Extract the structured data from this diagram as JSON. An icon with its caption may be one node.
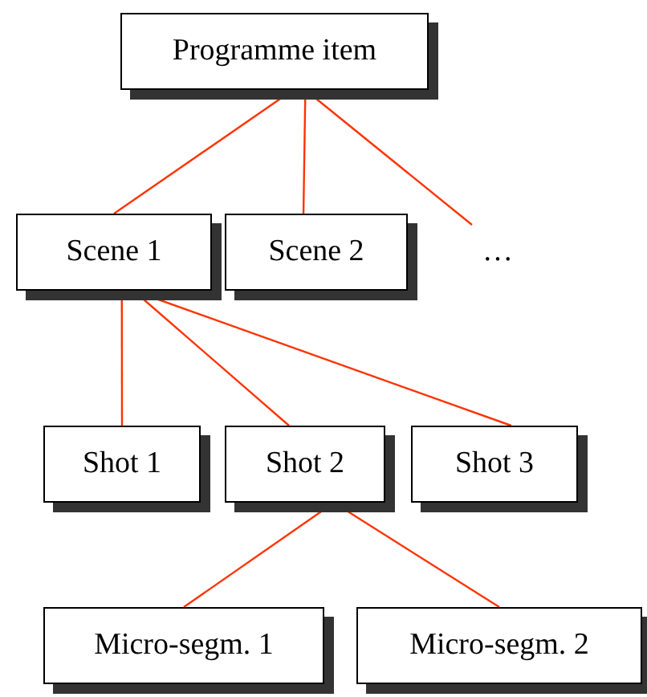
{
  "diagram": {
    "nodes": [
      {
        "text": [
          "Programme item"
        ]
      },
      {
        "text": [
          "Scene 1"
        ]
      },
      {
        "text": [
          "Scene 2"
        ]
      },
      {
        "text": [
          "…"
        ]
      },
      {
        "text": [
          "Shot 1"
        ]
      },
      {
        "text": [
          "Shot 2"
        ]
      },
      {
        "text": [
          "Shot 3"
        ]
      },
      {
        "text": [
          "Micro-segm. 1"
        ]
      },
      {
        "text": [
          "Micro-segm. 2"
        ]
      }
    ],
    "edges": [
      {
        "from": 0,
        "to": 1,
        "arrow": "none"
      },
      {
        "from": 0,
        "to": 2,
        "arrow": "none"
      },
      {
        "from": 0,
        "to": 3,
        "arrow": "none"
      },
      {
        "from": 1,
        "to": 4,
        "arrow": "none"
      },
      {
        "from": 1,
        "to": 5,
        "arrow": "none"
      },
      {
        "from": 1,
        "to": 6,
        "arrow": "none"
      },
      {
        "from": 5,
        "to": 7,
        "arrow": "none"
      },
      {
        "from": 5,
        "to": 8,
        "arrow": "none"
      }
    ]
  }
}
